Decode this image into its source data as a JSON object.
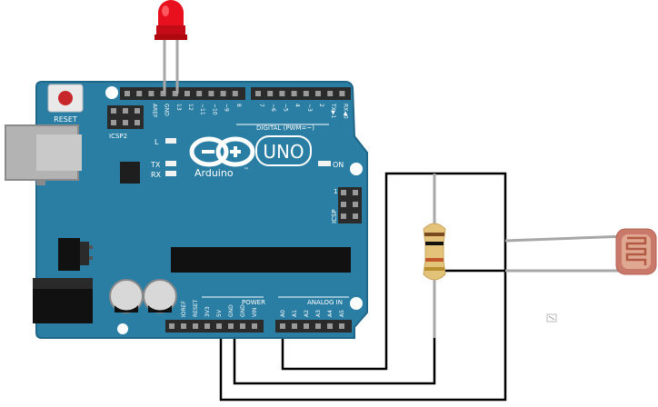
{
  "board": {
    "reset_label": "RESET",
    "icsp2_label": "ICSP2",
    "icsp_label": "ICSP",
    "icsp_pin1": "1",
    "l_label": "L",
    "tx_label": "TX",
    "rx_label": "RX",
    "on_label": "ON",
    "brand": "Arduino",
    "tm": "™",
    "model": "UNO",
    "digital_label": "DIGITAL (PWM=~)",
    "power_label": "POWER",
    "analog_label": "ANALOG IN",
    "top_pins": [
      "AREF",
      "GND",
      "13",
      "12",
      "~11",
      "~10",
      "~9",
      "8",
      "7",
      "~6",
      "~5",
      "4",
      "~3",
      "2",
      "TX▶1",
      "RX◀0"
    ],
    "power_pins": [
      "IOREF",
      "RESET",
      "3V3",
      "5V",
      "GND",
      "GND",
      "VIN"
    ],
    "analog_pins": [
      "A0",
      "A1",
      "A2",
      "A3",
      "A4",
      "A5"
    ]
  },
  "colors": {
    "board": "#2a7ea3",
    "board_edge": "#1f6688",
    "header": "#2b2b2b",
    "pin": "#9a9a9a",
    "led": "#e8101c",
    "wire": "#000000",
    "lead": "#a7a7a7",
    "resistor": "#e3c27a",
    "ldr": "#c9796a"
  },
  "icons": {
    "led": "led-icon",
    "resistor": "resistor-icon",
    "photoresistor": "photoresistor-icon",
    "logo": "arduino-infinity-logo"
  }
}
